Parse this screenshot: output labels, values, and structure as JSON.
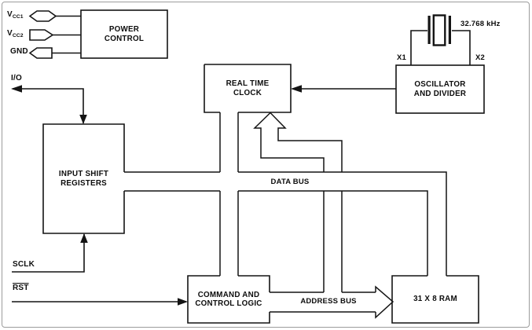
{
  "diagram": {
    "pins": {
      "vcc1": {
        "main": "V",
        "sub": "CC1"
      },
      "vcc2": {
        "main": "V",
        "sub": "CC2"
      },
      "gnd": "GND",
      "io": "I/O",
      "sclk": "SCLK",
      "rst": "RST"
    },
    "blocks": {
      "power_control": {
        "line1": "POWER",
        "line2": "CONTROL"
      },
      "real_time_clock": {
        "line1": "REAL TIME",
        "line2": "CLOCK"
      },
      "oscillator_divider": {
        "line1": "OSCILLATOR",
        "line2": "AND DIVIDER"
      },
      "input_shift_registers": {
        "line1": "INPUT SHIFT",
        "line2": "REGISTERS"
      },
      "command_control_logic": {
        "line1": "COMMAND AND",
        "line2": "CONTROL LOGIC"
      },
      "ram": {
        "label": "31 X 8 RAM"
      }
    },
    "buses": {
      "data": "DATA BUS",
      "address": "ADDRESS BUS"
    },
    "crystal": {
      "frequency": "32.768 kHz",
      "x1": "X1",
      "x2": "X2"
    },
    "colors": {
      "line": "#141414",
      "frame": "#9c9c9c",
      "background": "#ffffff"
    }
  }
}
